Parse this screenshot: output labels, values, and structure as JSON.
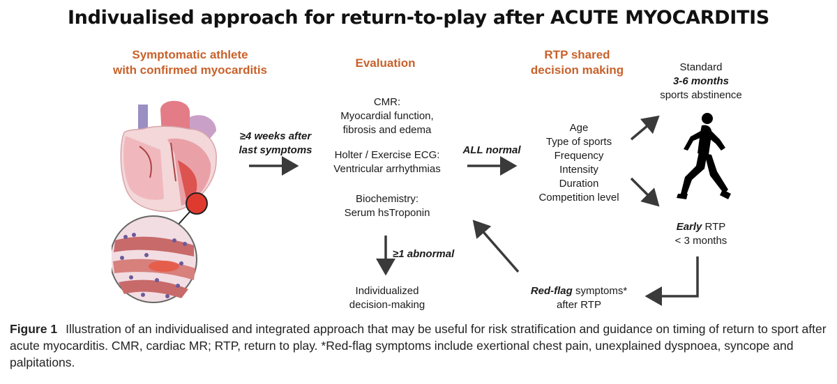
{
  "title": "Indivualised approach for return-to-play after ACUTE MYOCARDITIS",
  "headers": {
    "athlete_line1": "Symptomatic athlete",
    "athlete_line2": "with confirmed myocarditis",
    "evaluation": "Evaluation",
    "rtp_line1": "RTP shared",
    "rtp_line2": "decision making"
  },
  "arrow_labels": {
    "weeks_line1": "≥4 weeks after",
    "weeks_line2": "last symptoms",
    "all_normal": "ALL normal",
    "abnormal": "≥1 abnormal"
  },
  "evaluation_items": {
    "cmr_line1": "CMR:",
    "cmr_line2": "Myocardial function,",
    "cmr_line3": "fibrosis and edema",
    "holter_line1": "Holter / Exercise ECG:",
    "holter_line2": "Ventricular arrhythmias",
    "bio_line1": "Biochemistry:",
    "bio_line2": "Serum hsTroponin"
  },
  "individualized": {
    "line1": "Individualized",
    "line2": "decision-making"
  },
  "factors": [
    "Age",
    "Type of sports",
    "Frequency",
    "Intensity",
    "Duration",
    "Competition level"
  ],
  "standard": {
    "line1": "Standard",
    "line2": "3-6 months",
    "line3": "sports abstinence"
  },
  "early": {
    "emph": "Early",
    "rest": " RTP",
    "line2": "< 3 months"
  },
  "redflag": {
    "emph": "Red-flag",
    "rest": " symptoms*",
    "line2": "after RTP"
  },
  "caption": {
    "label": "Figure 1",
    "text": "Illustration of an individualised and integrated approach that may be useful for risk stratification and guidance on timing of return to sport after acute myocarditis. CMR, cardiac MR; RTP, return to play. *Red-flag symptoms include exertional chest pain, unexplained dyspnoea, syncope and palpitations."
  },
  "colors": {
    "accent": "#c8612a",
    "arrow": "#3a3a3a",
    "heart_red": "#d9453f",
    "runner": "#000000"
  }
}
